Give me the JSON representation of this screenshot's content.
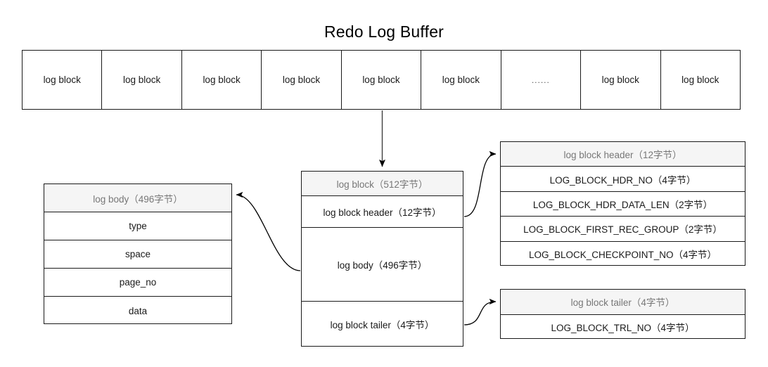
{
  "title": "Redo Log Buffer",
  "buffer": {
    "cells": [
      {
        "label": "log block",
        "kind": "block"
      },
      {
        "label": "log block",
        "kind": "block"
      },
      {
        "label": "log block",
        "kind": "block"
      },
      {
        "label": "log block",
        "kind": "block"
      },
      {
        "label": "log block",
        "kind": "block"
      },
      {
        "label": "log block",
        "kind": "block"
      },
      {
        "label": "......",
        "kind": "ellipsis"
      },
      {
        "label": "log block",
        "kind": "block"
      },
      {
        "label": "log block",
        "kind": "block"
      }
    ]
  },
  "log_block": {
    "head": "log block（512字节）",
    "rows": [
      "log block header（12字节）",
      "log body（496字节）",
      "log block tailer（4字节）"
    ]
  },
  "log_body": {
    "head": "log body（496字节）",
    "rows": [
      "type",
      "space",
      "page_no",
      "data"
    ]
  },
  "log_block_header": {
    "head": "log block header（12字节）",
    "rows": [
      "LOG_BLOCK_HDR_NO（4字节）",
      "LOG_BLOCK_HDR_DATA_LEN（2字节）",
      "LOG_BLOCK_FIRST_REC_GROUP（2字节）",
      "LOG_BLOCK_CHECKPOINT_NO（4字节）"
    ]
  },
  "log_block_tailer": {
    "head": "log block tailer（4字节）",
    "rows": [
      "LOG_BLOCK_TRL_NO（4字节）"
    ]
  },
  "colors": {
    "stroke": "#1a1a1a",
    "head_fill": "#f5f5f5",
    "head_text": "#777777",
    "body_text": "#1a1a1a",
    "connector": "#000000"
  },
  "connectors": [
    {
      "name": "buffer-to-logblock",
      "from": "buffer strip",
      "to": "log block（512字节）"
    },
    {
      "name": "header-to-blockheader",
      "from": "log block header（12字节）",
      "to": "log block header（12字节） detail"
    },
    {
      "name": "tailer-to-blocktailer",
      "from": "log block tailer（4字节）",
      "to": "log block tailer（4字节） detail"
    },
    {
      "name": "body-to-logbody",
      "from": "log body（496字节）",
      "to": "log body（496字节） detail"
    }
  ]
}
